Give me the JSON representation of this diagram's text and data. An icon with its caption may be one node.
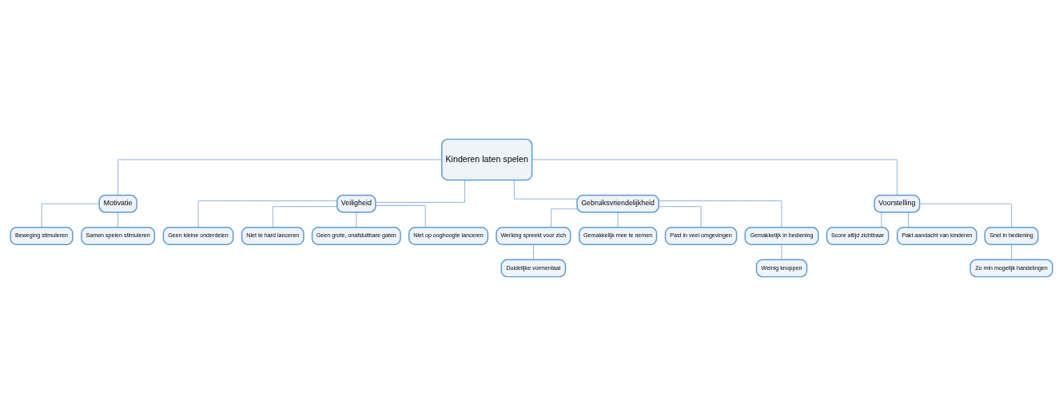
{
  "diagram": {
    "nodes": [
      {
        "text": [
          "Kinderen laten spelen"
        ]
      },
      {
        "text": [
          "Motivatie"
        ]
      },
      {
        "text": [
          "Veiligheid"
        ]
      },
      {
        "text": [
          "Gebruiksvriendelijkheid"
        ]
      },
      {
        "text": [
          "Voorstelling"
        ]
      },
      {
        "text": [
          "Beweging stimuleren"
        ]
      },
      {
        "text": [
          "Samen spelen stimuleren"
        ]
      },
      {
        "text": [
          "Geen kleine onderdelen"
        ]
      },
      {
        "text": [
          "Niet te hard lanceren"
        ]
      },
      {
        "text": [
          "Geen grote, onafsluitbare gaten"
        ]
      },
      {
        "text": [
          "Niet op ooghoogte lanceren"
        ]
      },
      {
        "text": [
          "Werking spreekt voor zich"
        ]
      },
      {
        "text": [
          "Gemakkelijk mee te nemen"
        ]
      },
      {
        "text": [
          "Past in veel omgevingen"
        ]
      },
      {
        "text": [
          "Gemakkelijk in bediening"
        ]
      },
      {
        "text": [
          "Duidelijke vormentaal"
        ]
      },
      {
        "text": [
          "Weinig knoppen"
        ]
      },
      {
        "text": [
          "Score altijd zichtbaar"
        ]
      },
      {
        "text": [
          "Pakt aandacht van kinderen"
        ]
      },
      {
        "text": [
          "Snel in bediening"
        ]
      },
      {
        "text": [
          "Zo min mogelijk handelingen"
        ]
      }
    ],
    "edges": [
      {
        "from": 0,
        "to": 1,
        "arrow": "none"
      },
      {
        "from": 0,
        "to": 2,
        "arrow": "none"
      },
      {
        "from": 0,
        "to": 3,
        "arrow": "none"
      },
      {
        "from": 0,
        "to": 4,
        "arrow": "none"
      },
      {
        "from": 1,
        "to": 5,
        "arrow": "none"
      },
      {
        "from": 1,
        "to": 6,
        "arrow": "none"
      },
      {
        "from": 2,
        "to": 7,
        "arrow": "none"
      },
      {
        "from": 2,
        "to": 8,
        "arrow": "none"
      },
      {
        "from": 2,
        "to": 9,
        "arrow": "none"
      },
      {
        "from": 2,
        "to": 10,
        "arrow": "none"
      },
      {
        "from": 3,
        "to": 11,
        "arrow": "none"
      },
      {
        "from": 3,
        "to": 12,
        "arrow": "none"
      },
      {
        "from": 3,
        "to": 13,
        "arrow": "none"
      },
      {
        "from": 3,
        "to": 14,
        "arrow": "none"
      },
      {
        "from": 11,
        "to": 15,
        "arrow": "none"
      },
      {
        "from": 14,
        "to": 16,
        "arrow": "none"
      },
      {
        "from": 4,
        "to": 17,
        "arrow": "none"
      },
      {
        "from": 4,
        "to": 18,
        "arrow": "none"
      },
      {
        "from": 4,
        "to": 19,
        "arrow": "none"
      },
      {
        "from": 19,
        "to": 20,
        "arrow": "none"
      }
    ]
  }
}
